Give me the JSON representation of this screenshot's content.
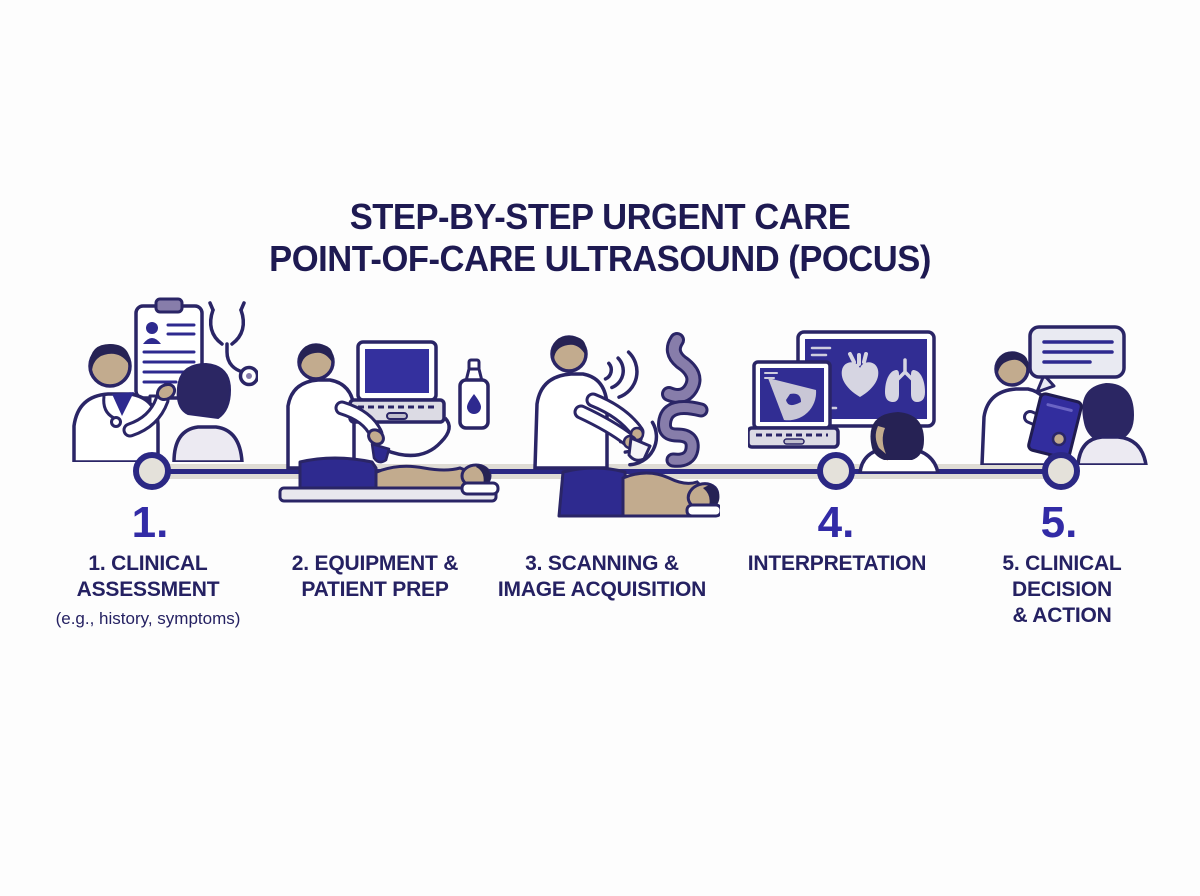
{
  "title": {
    "line1": "STEP-BY-STEP URGENT CARE",
    "line2": "POINT-OF-CARE ULTRASOUND (POCUS)"
  },
  "steps": [
    {
      "id": 1,
      "big_number": "1.",
      "label_lines": [
        "1. CLINICAL",
        "ASSESSMENT"
      ],
      "subtext": "(e.g., history, symptoms)",
      "illustration": "clinician-consulting-patient-with-chart-and-stethoscope"
    },
    {
      "id": 2,
      "label_lines": [
        "2. EQUIPMENT &",
        "PATIENT PREP"
      ],
      "illustration": "clinician-with-ultrasound-laptop-gel-bottle-and-patient-on-table"
    },
    {
      "id": 3,
      "label_lines": [
        "3. SCANNING &",
        "IMAGE ACQUISITION"
      ],
      "illustration": "clinician-scanning-patient-abdomen-with-probe-and-organs"
    },
    {
      "id": 4,
      "big_number": "4.",
      "label_lines": [
        "INTERPRETATION"
      ],
      "illustration": "ultrasound-images-on-laptop-and-monitor-reviewed-by-clinician"
    },
    {
      "id": 5,
      "big_number": "5.",
      "label_lines": [
        "5. CLINICAL",
        "DECISION",
        "& ACTION"
      ],
      "illustration": "clinician-with-tablet-discussing-results-with-patient"
    }
  ],
  "colors": {
    "background": "#fdfdfd",
    "title_text": "#1e1a52",
    "label_text": "#252162",
    "step_number": "#322ba6",
    "timeline_line": "#2b2884",
    "timeline_band": "#dfdcd5",
    "node_fill": "#e4e1da",
    "illustration_navy": "#2e2a8f",
    "illustration_outline": "#2a2566",
    "skin_tone": "#c2ab8e",
    "organ_purple": "#877daa",
    "light_gray": "#e9e8f0"
  }
}
